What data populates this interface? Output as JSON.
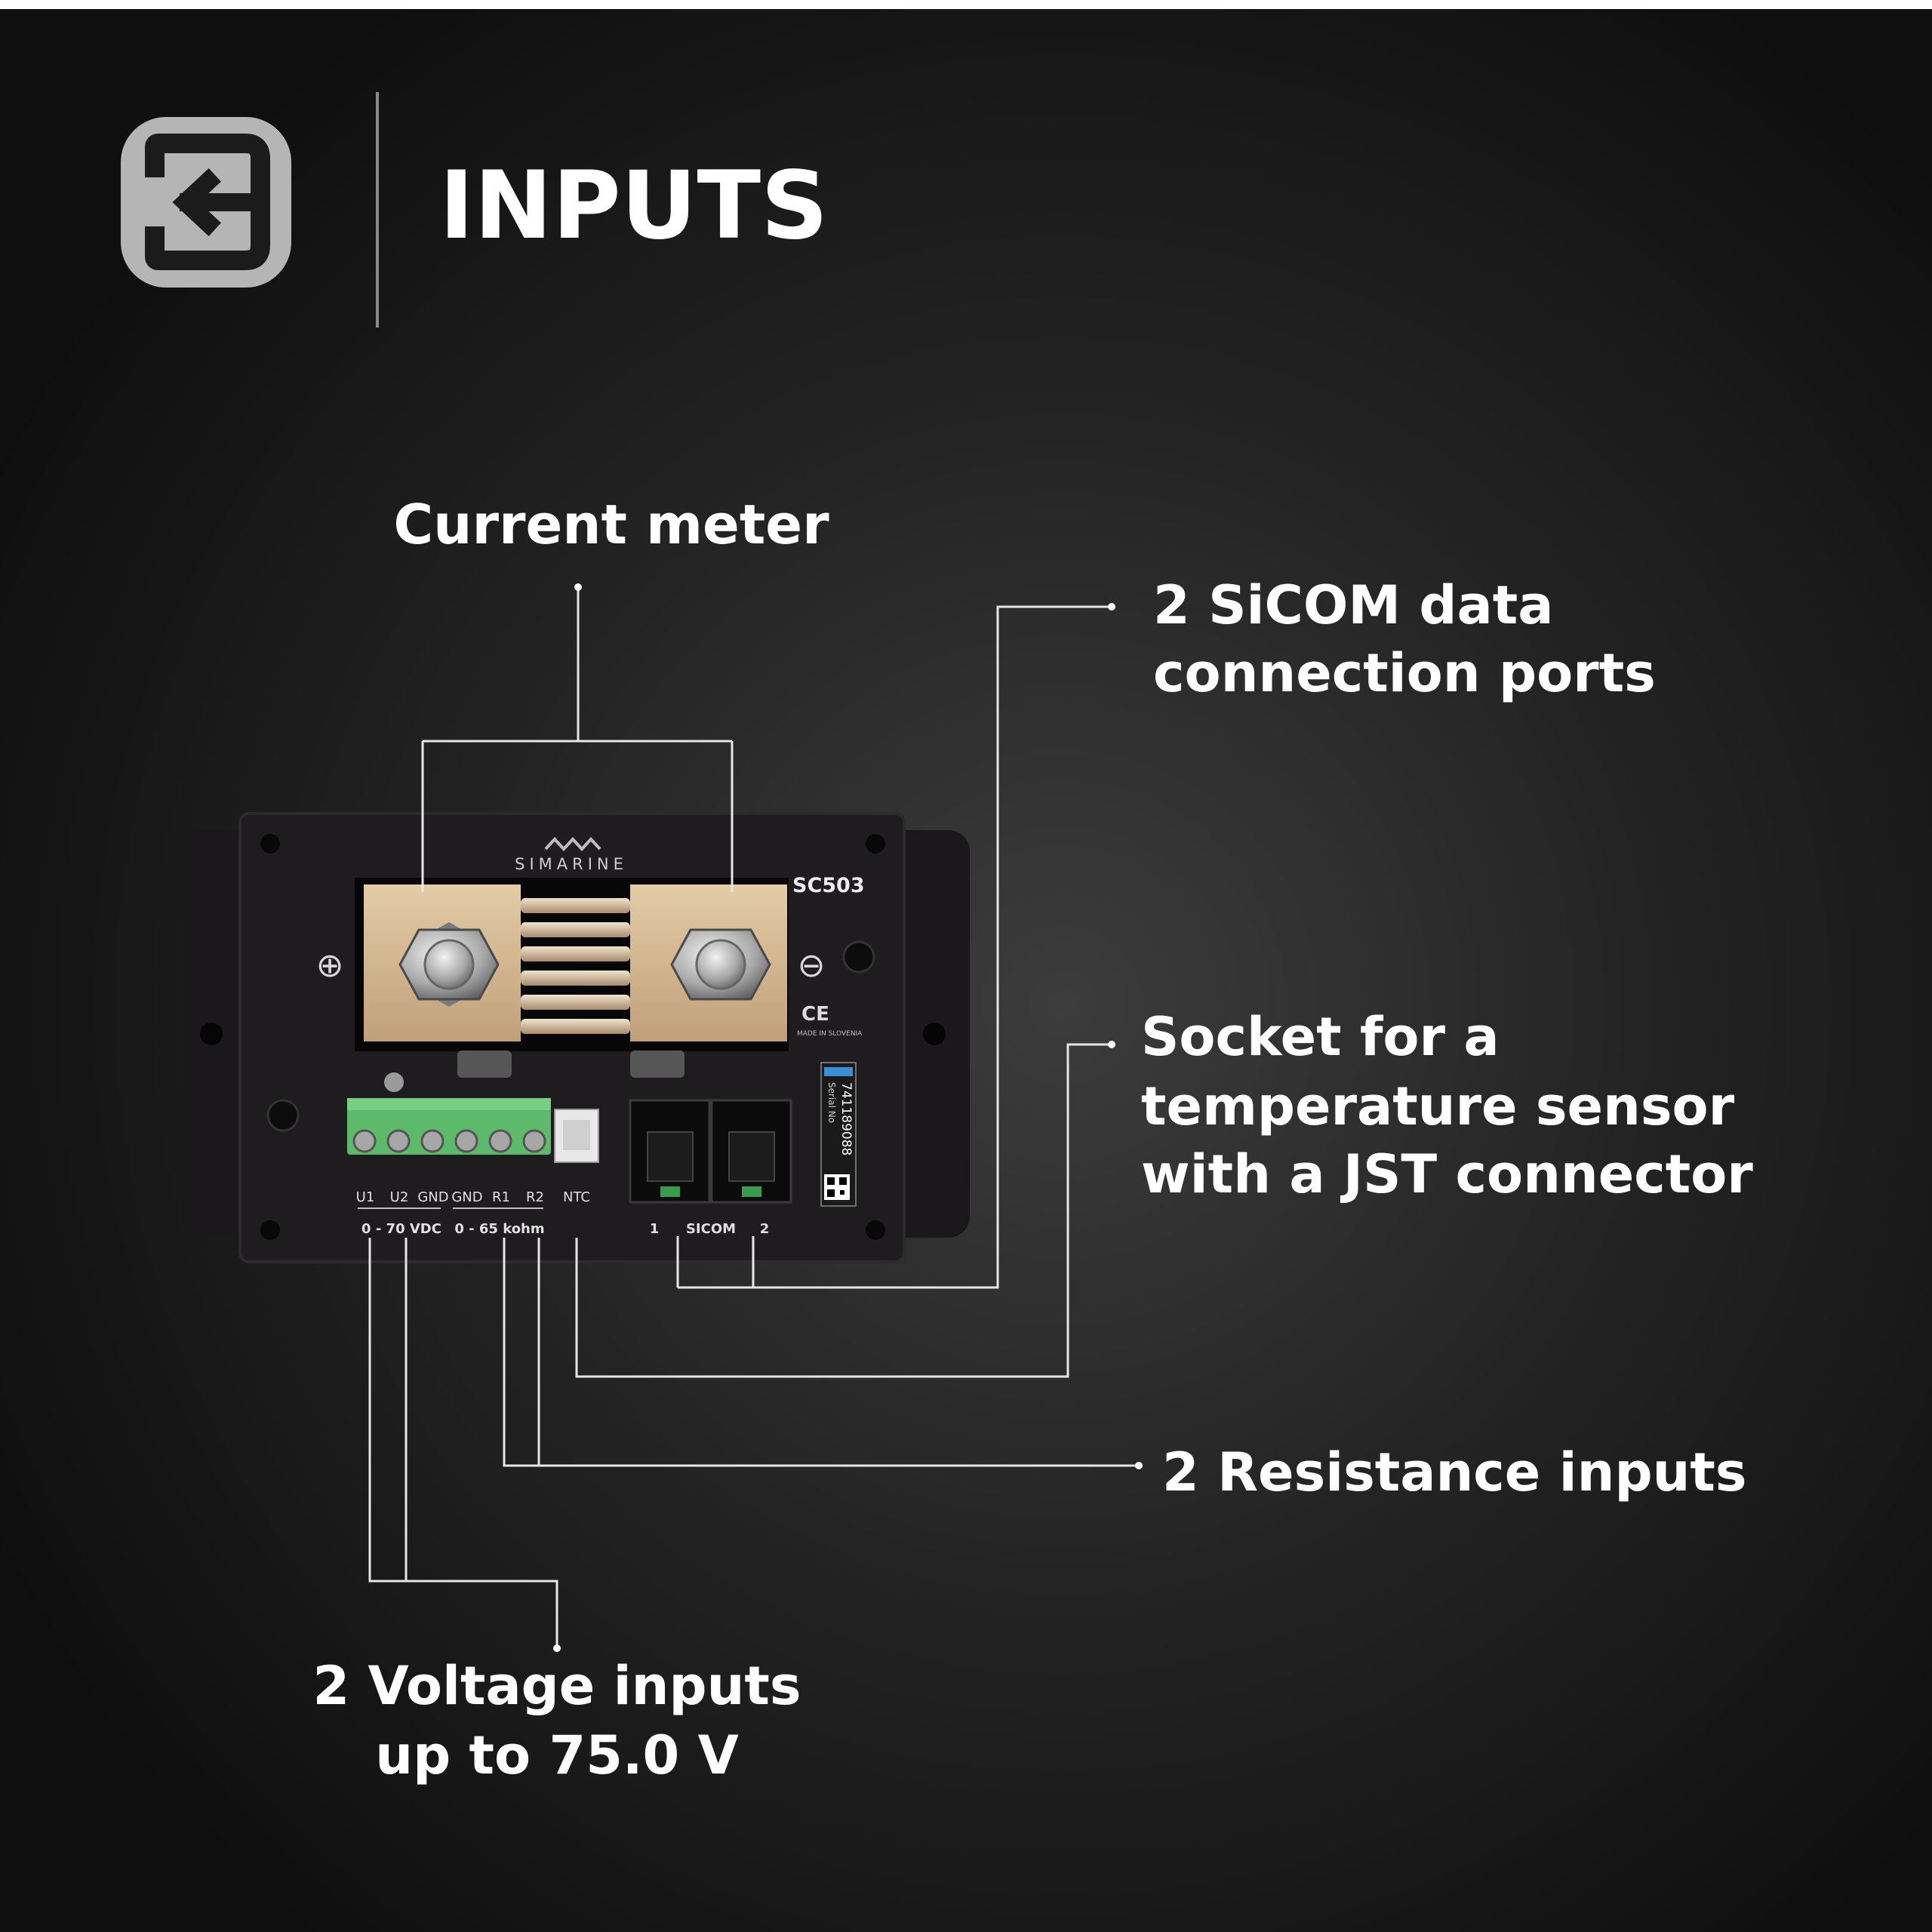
{
  "header": {
    "title": "INPUTS",
    "icon": "input-arrow-icon"
  },
  "callouts": {
    "current_meter": "Current meter",
    "sicom_line1": "2 SiCOM data",
    "sicom_line2": "connection ports",
    "socket_line1": "Socket for a",
    "socket_line2": "temperature sensor",
    "socket_line3": "with a JST connector",
    "resistance": "2 Resistance inputs",
    "voltage_line1": "2 Voltage inputs",
    "voltage_line2": "up to 75.0 V"
  },
  "device": {
    "brand": "SIMARINE",
    "model": "SC503",
    "plus_symbol": "⊕",
    "minus_symbol": "⊖",
    "terminal_labels": [
      "U1",
      "U2",
      "GND",
      "GND",
      "R1",
      "R2"
    ],
    "ntc_label": "NTC",
    "voltage_range": "0 - 70 VDC",
    "resistance_range": "0 - 65 kohm",
    "port1_label": "1",
    "sicom_label": "SICOM",
    "port2_label": "2",
    "ce_mark": "CE",
    "made_in": "MADE IN SLOVENIA",
    "serial_label": "Serial No",
    "serial_number": "741189088"
  },
  "colors": {
    "background": "#121212",
    "text": "#ffffff",
    "icon_gray": "#b5b5b5",
    "terminal_green": "#5dba6a",
    "busbar_copper": "#d2b48c",
    "device_body": "#1e1c1e"
  }
}
